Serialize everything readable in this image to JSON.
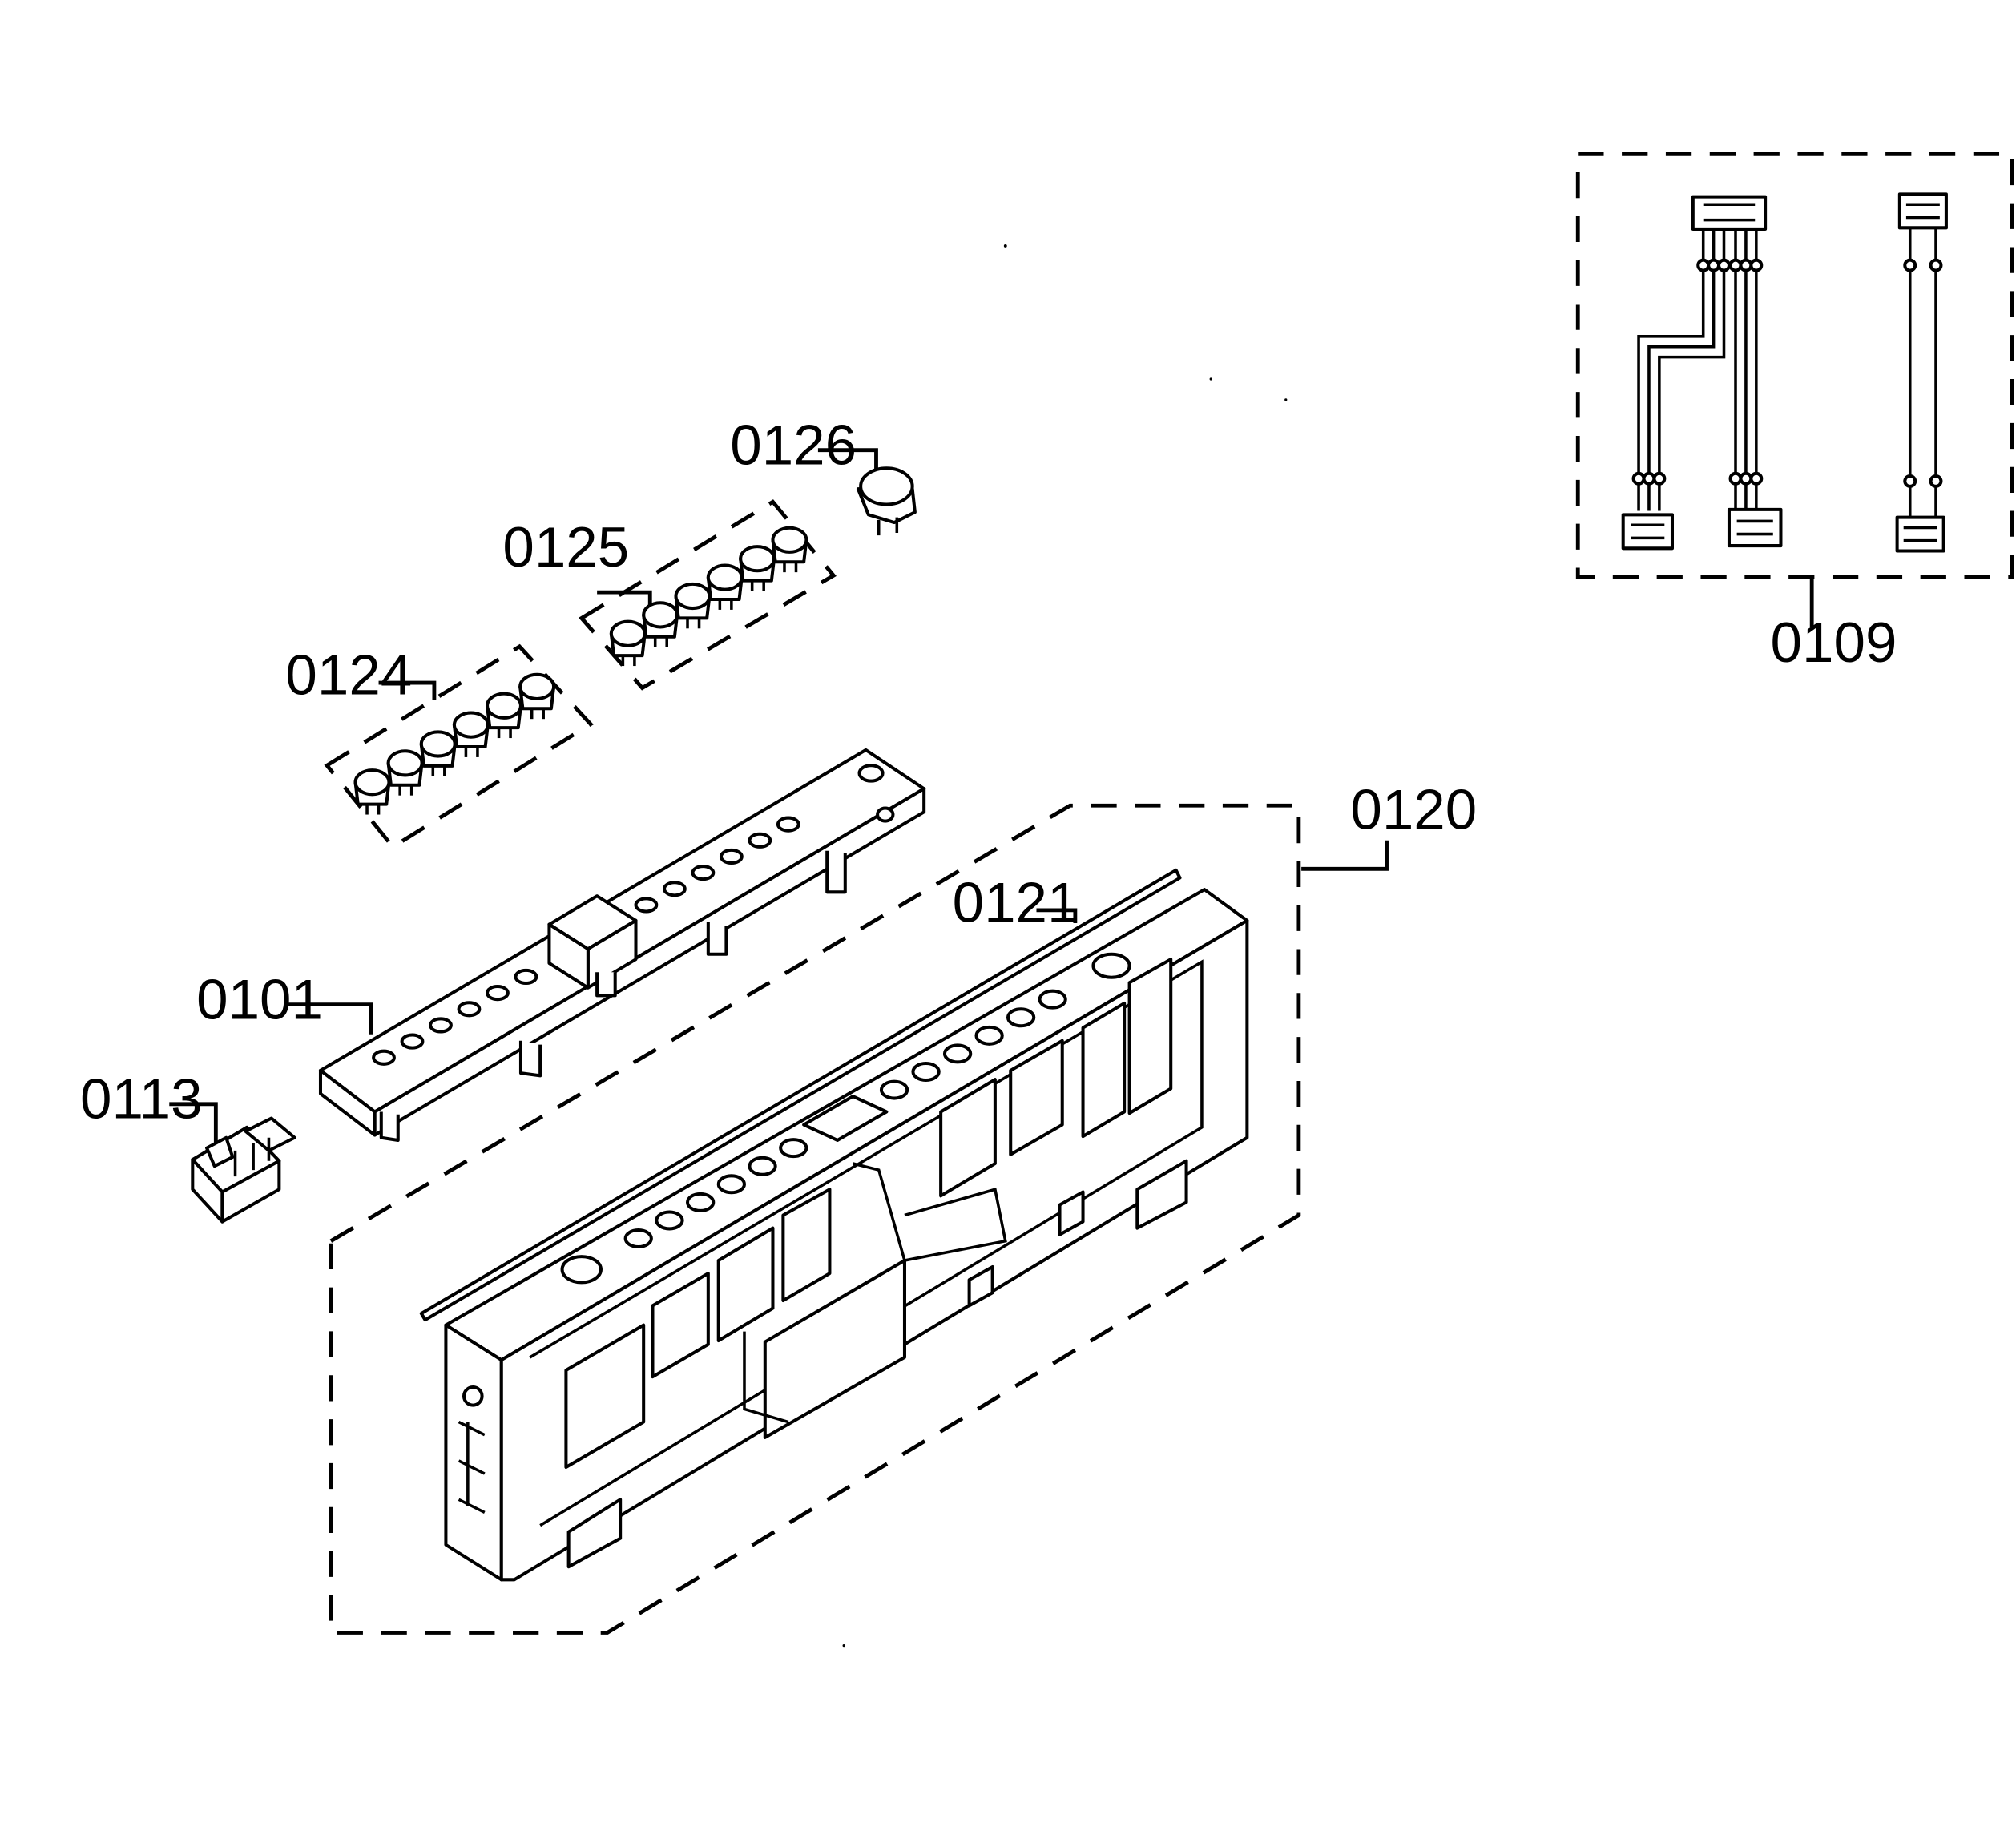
{
  "callouts": {
    "p0101": "0101",
    "p0109": "0109",
    "p0113": "0113",
    "p0120": "0120",
    "p0121": "0121",
    "p0124": "0124",
    "p0125": "0125",
    "p0126": "0126"
  },
  "colors": {
    "line": "#000000",
    "background": "#ffffff"
  }
}
